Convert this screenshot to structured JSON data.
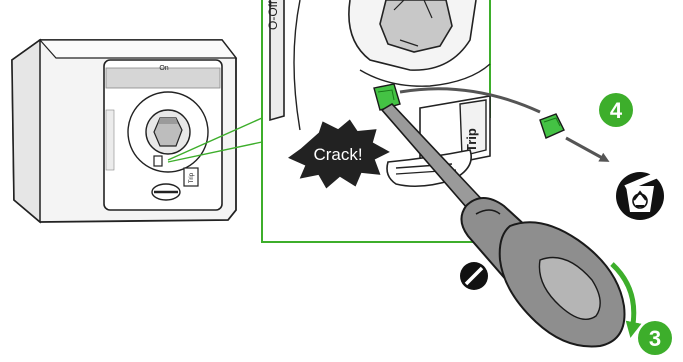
{
  "labels": {
    "on": "On",
    "off": "O-Off",
    "trip_small": "Trip",
    "trip": "Trip",
    "crack": "Crack!"
  },
  "steps": {
    "step_3": "3",
    "step_4": "4"
  },
  "colors": {
    "accent_green": "#3dae2b",
    "part_green": "#44c244",
    "handle_gray": "#8e8e8e",
    "outline": "#1a1a1a"
  },
  "icons": {
    "flat_screwdriver": "slot-screwdriver-icon",
    "recycle_bin": "recycle-bin-icon",
    "rotate": "clockwise-arrow"
  }
}
